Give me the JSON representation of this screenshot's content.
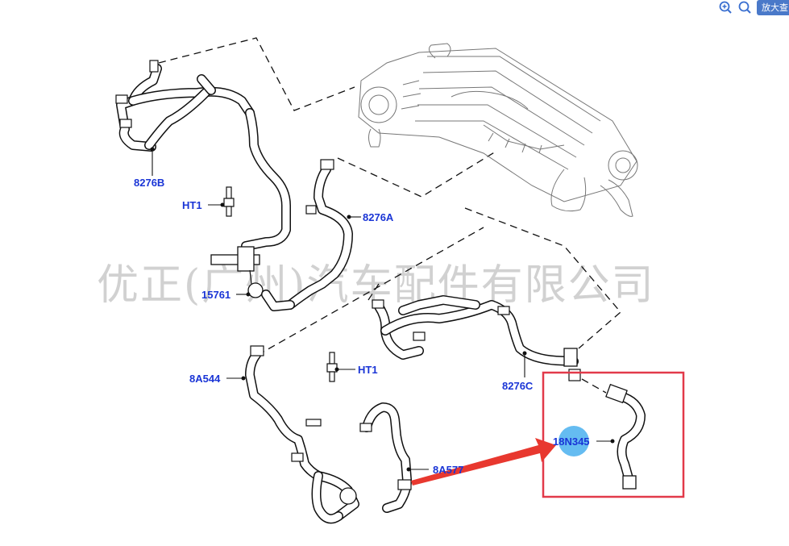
{
  "toolbar": {
    "zoom_in_icon": "zoom-in-icon",
    "zoom_out_icon": "search-icon",
    "enlarge_label": "放大查"
  },
  "watermark": "优正(广州)汽车配件有限公司",
  "labels": {
    "l_8276B": "8276B",
    "l_HT1_top": "HT1",
    "l_8276A": "8276A",
    "l_15761": "15761",
    "l_8A544": "8A544",
    "l_HT1_mid": "HT1",
    "l_8276C": "8276C",
    "l_18N345": "18N345",
    "l_8A577": "8A577"
  },
  "colors": {
    "label": "#1a35d6",
    "highlight_box": "#e23a4a",
    "arrow": "#e8382f",
    "badge": "#5db8f0",
    "line": "#111111",
    "watermark": "#c9c9c9"
  }
}
